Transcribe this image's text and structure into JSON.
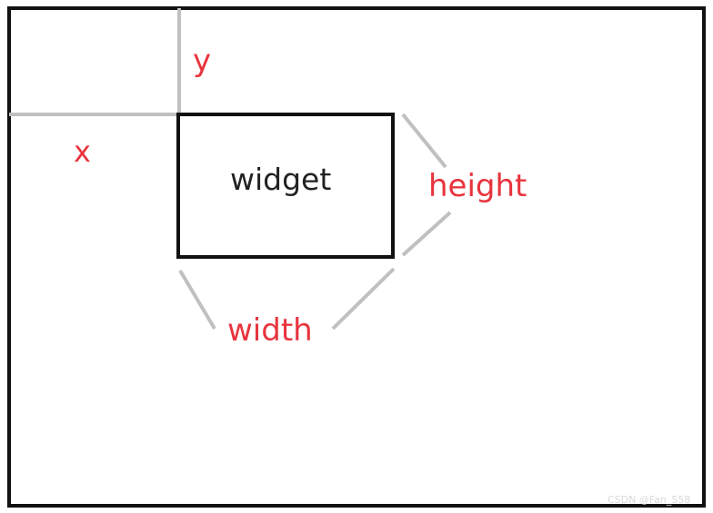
{
  "colors": {
    "frame": "#111111",
    "guide_lines": "#c0c0c0",
    "label_red": "#e8343e",
    "widget_text": "#222222",
    "watermark": "#d9d9d9"
  },
  "labels": {
    "y": "y",
    "x": "x",
    "widget": "widget",
    "height": "height",
    "width": "width"
  },
  "watermark": "CSDN @Fan_558"
}
